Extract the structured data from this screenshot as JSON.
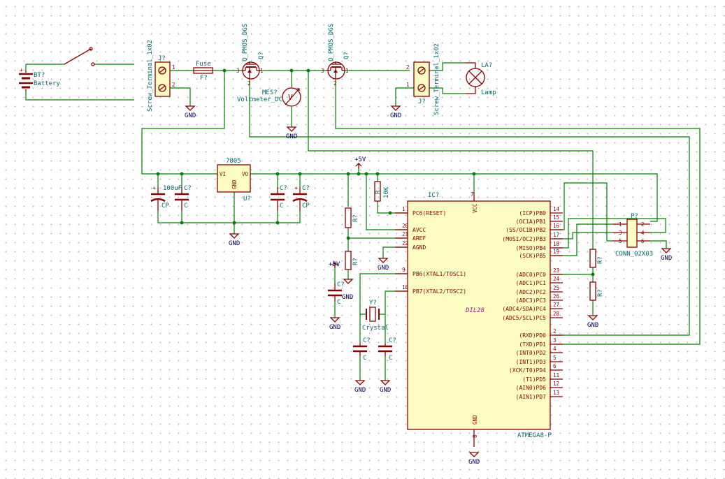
{
  "components": {
    "battery": {
      "ref": "BT?",
      "value": "Battery"
    },
    "switch": {
      "ref": "",
      "value": ""
    },
    "j_in": {
      "ref": "J?",
      "value": "Screw_Terminal_1x02",
      "pins": [
        "1",
        "2"
      ]
    },
    "fuse": {
      "ref": "F?",
      "value": "Fuse"
    },
    "q1": {
      "ref": "Q?",
      "value": "Q_PMOS_DGS",
      "pins": [
        "3",
        "1",
        "2"
      ]
    },
    "q2": {
      "ref": "Q?",
      "value": "Q_PMOS_DGS",
      "pins": [
        "3",
        "1",
        "2"
      ]
    },
    "meter": {
      "ref": "MES?",
      "value": "Voltmeter_DC",
      "symbol": "V"
    },
    "j_out": {
      "ref": "J?",
      "value": "Screw_Terminal_1x02",
      "pins": [
        "2",
        "1"
      ]
    },
    "lamp": {
      "ref": "LA?",
      "value": "Lamp"
    },
    "reg": {
      "ref": "U?",
      "value": "7805",
      "pins": [
        "VI",
        "VO",
        "GND"
      ]
    },
    "c1": {
      "ref": "C?",
      "value": "100uF",
      "type": "CP"
    },
    "c2": {
      "ref": "C?",
      "value": "C"
    },
    "c3": {
      "ref": "C?",
      "value": "C"
    },
    "c4": {
      "ref": "C?",
      "value": "CP"
    },
    "r_reset": {
      "ref": "R",
      "value": "10K"
    },
    "r_avcc": {
      "ref": "R?",
      "value": ""
    },
    "r_aref": {
      "ref": "R?",
      "value": ""
    },
    "c_aref": {
      "ref": "C?",
      "value": "C"
    },
    "crystal": {
      "ref": "Y?",
      "value": "Crystal"
    },
    "c_x1": {
      "ref": "C?",
      "value": "C"
    },
    "c_x2": {
      "ref": "C?",
      "value": "C"
    },
    "r_pc0a": {
      "ref": "R?",
      "value": ""
    },
    "r_pc0b": {
      "ref": "R?",
      "value": ""
    },
    "conn": {
      "ref": "P?",
      "value": "CONN_02X03",
      "pins": [
        "1",
        "2",
        "3",
        "4",
        "5",
        "6"
      ]
    }
  },
  "power": {
    "gnd": "GND",
    "vcc": "+5V"
  },
  "mcu": {
    "ref": "IC?",
    "value": "ATMEGA8-P",
    "package": "DIL28",
    "vcc_label": "VCC",
    "vcc_pin": "7",
    "gnd_label": "GND",
    "gnd_pin": "8",
    "left_pins": [
      {
        "num": "1",
        "label": "PC6(RESET)"
      },
      {
        "num": "20",
        "label": "AVCC"
      },
      {
        "num": "21",
        "label": "AREF"
      },
      {
        "num": "22",
        "label": "AGND"
      },
      {
        "num": "9",
        "label": "PB6(XTAL1/TOSC1)"
      },
      {
        "num": "10",
        "label": "PB7(XTAL2/TOSC2)"
      }
    ],
    "right_pins": [
      {
        "num": "14",
        "label": "(ICP)PB0"
      },
      {
        "num": "15",
        "label": "(OC1A)PB1"
      },
      {
        "num": "16",
        "label": "(SS/OC1B)PB2"
      },
      {
        "num": "17",
        "label": "(MOSI/OC2)PB3"
      },
      {
        "num": "18",
        "label": "(MISO)PB4"
      },
      {
        "num": "19",
        "label": "(SCK)PB5"
      },
      {
        "num": "23",
        "label": "(ADC0)PC0"
      },
      {
        "num": "24",
        "label": "(ADC1)PC1"
      },
      {
        "num": "25",
        "label": "(ADC2)PC2"
      },
      {
        "num": "26",
        "label": "(ADC3)PC3"
      },
      {
        "num": "27",
        "label": "(ADC4/SDA)PC4"
      },
      {
        "num": "28",
        "label": "(ADC5/SCL)PC5"
      },
      {
        "num": "2",
        "label": "(RXD)PD0"
      },
      {
        "num": "3",
        "label": "(TXD)PD1"
      },
      {
        "num": "4",
        "label": "(INT0)PD2"
      },
      {
        "num": "5",
        "label": "(INT1)PD3"
      },
      {
        "num": "6",
        "label": "(XCK/T0)PD4"
      },
      {
        "num": "11",
        "label": "(T1)PD5"
      },
      {
        "num": "12",
        "label": "(AIN0)PD6"
      },
      {
        "num": "13",
        "label": "(AIN1)PD7"
      }
    ]
  },
  "colors": {
    "wire": "#008000",
    "body": "#8b0000",
    "fill": "#fdfcc2",
    "ref": "#006a6a",
    "power": "#00006a",
    "grid": "#b9b9b9"
  }
}
